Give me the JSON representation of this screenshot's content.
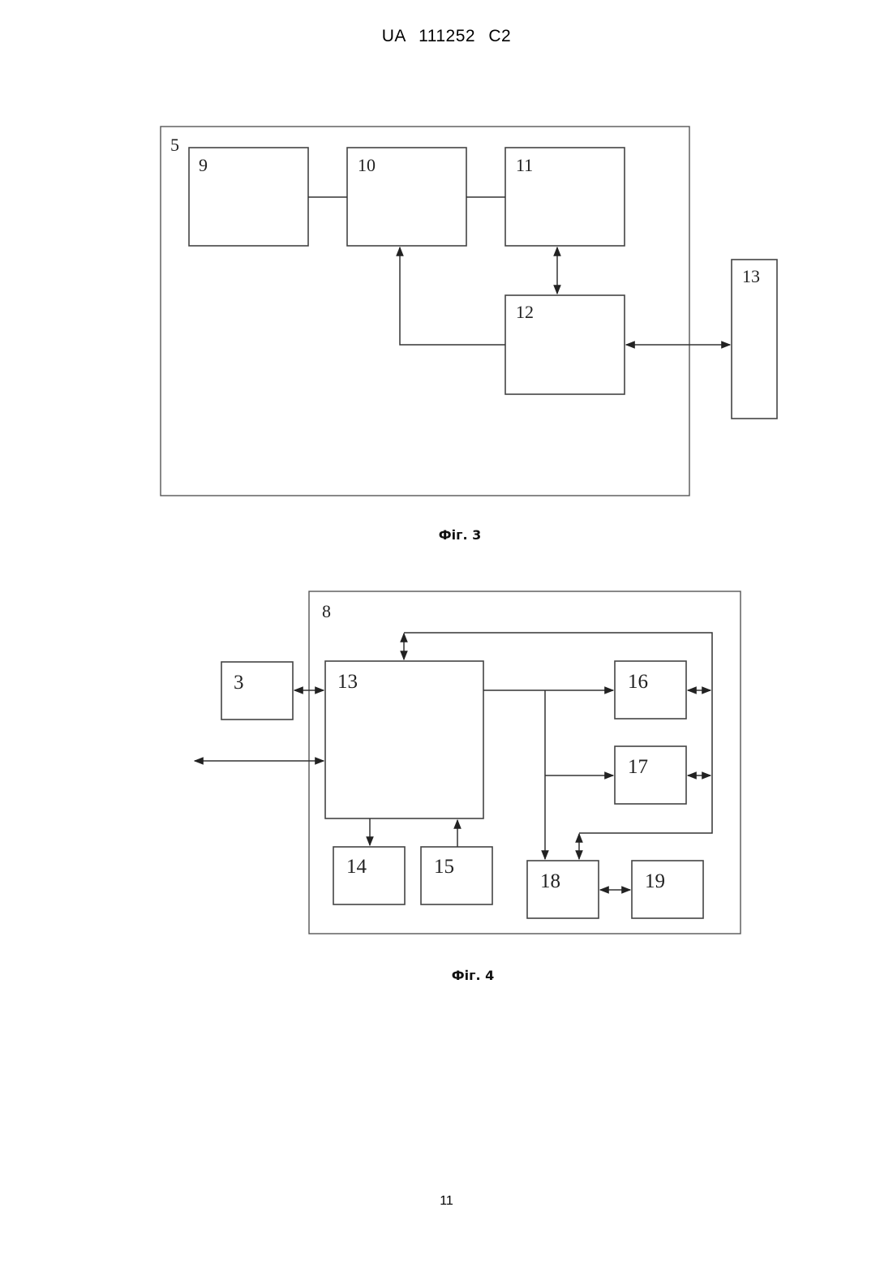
{
  "header": {
    "patent_number": "UA   111252   C2"
  },
  "fig3": {
    "caption": "Фіг. 3",
    "labels": {
      "outer": "5",
      "b9": "9",
      "b10": "10",
      "b11": "11",
      "b12": "12",
      "b13": "13"
    }
  },
  "fig4": {
    "caption": "Фіг. 4",
    "labels": {
      "outer": "8",
      "b3": "3",
      "b13": "13",
      "b14": "14",
      "b15": "15",
      "b16": "16",
      "b17": "17",
      "b18": "18",
      "b19": "19"
    }
  },
  "footer": {
    "page_number": "11"
  }
}
